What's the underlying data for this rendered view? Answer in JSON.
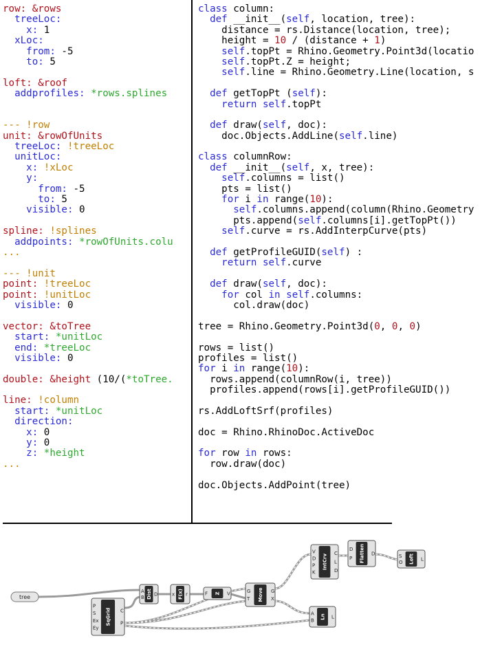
{
  "left_code": [
    [
      {
        "t": "row: ",
        "c": "m"
      },
      {
        "t": "&rows",
        "c": "m"
      }
    ],
    [
      {
        "t": "  treeLoc:",
        "c": "k"
      }
    ],
    [
      {
        "t": "    x: ",
        "c": "k"
      },
      {
        "t": "1",
        "c": ""
      }
    ],
    [
      {
        "t": "  xLoc:",
        "c": "k"
      }
    ],
    [
      {
        "t": "    from: ",
        "c": "k"
      },
      {
        "t": "-5",
        "c": ""
      }
    ],
    [
      {
        "t": "    to: ",
        "c": "k"
      },
      {
        "t": "5",
        "c": ""
      }
    ],
    [
      {
        "t": "",
        "c": ""
      }
    ],
    [
      {
        "t": "loft: ",
        "c": "m"
      },
      {
        "t": "&roof",
        "c": "m"
      }
    ],
    [
      {
        "t": "  addprofiles: ",
        "c": "k"
      },
      {
        "t": "*rows.splines",
        "c": "g"
      }
    ],
    [
      {
        "t": "",
        "c": ""
      }
    ],
    [
      {
        "t": "",
        "c": ""
      }
    ],
    [
      {
        "t": "--- !row",
        "c": "o"
      }
    ],
    [
      {
        "t": "unit: ",
        "c": "m"
      },
      {
        "t": "&rowOfUnits",
        "c": "m"
      }
    ],
    [
      {
        "t": "  treeLoc: ",
        "c": "k"
      },
      {
        "t": "!treeLoc",
        "c": "o"
      }
    ],
    [
      {
        "t": "  unitLoc:",
        "c": "k"
      }
    ],
    [
      {
        "t": "    x: ",
        "c": "k"
      },
      {
        "t": "!xLoc",
        "c": "o"
      }
    ],
    [
      {
        "t": "    y:",
        "c": "k"
      }
    ],
    [
      {
        "t": "      from: ",
        "c": "k"
      },
      {
        "t": "-5",
        "c": ""
      }
    ],
    [
      {
        "t": "      to: ",
        "c": "k"
      },
      {
        "t": "5",
        "c": ""
      }
    ],
    [
      {
        "t": "    visible: ",
        "c": "k"
      },
      {
        "t": "0",
        "c": ""
      }
    ],
    [
      {
        "t": "",
        "c": ""
      }
    ],
    [
      {
        "t": "spline: ",
        "c": "m"
      },
      {
        "t": "!splines",
        "c": "o"
      }
    ],
    [
      {
        "t": "  addpoints: ",
        "c": "k"
      },
      {
        "t": "*rowOfUnits.colu",
        "c": "g"
      }
    ],
    [
      {
        "t": "...",
        "c": "o"
      }
    ],
    [
      {
        "t": "",
        "c": ""
      }
    ],
    [
      {
        "t": "--- !unit",
        "c": "o"
      }
    ],
    [
      {
        "t": "point: ",
        "c": "m"
      },
      {
        "t": "!treeLoc",
        "c": "o"
      }
    ],
    [
      {
        "t": "point: ",
        "c": "m"
      },
      {
        "t": "!unitLoc",
        "c": "o"
      }
    ],
    [
      {
        "t": "  visible: ",
        "c": "k"
      },
      {
        "t": "0",
        "c": ""
      }
    ],
    [
      {
        "t": "",
        "c": ""
      }
    ],
    [
      {
        "t": "vector: ",
        "c": "m"
      },
      {
        "t": "&toTree",
        "c": "m"
      }
    ],
    [
      {
        "t": "  start: ",
        "c": "k"
      },
      {
        "t": "*unitLoc",
        "c": "g"
      }
    ],
    [
      {
        "t": "  end: ",
        "c": "k"
      },
      {
        "t": "*treeLoc",
        "c": "g"
      }
    ],
    [
      {
        "t": "  visible: ",
        "c": "k"
      },
      {
        "t": "0",
        "c": ""
      }
    ],
    [
      {
        "t": "",
        "c": ""
      }
    ],
    [
      {
        "t": "double: ",
        "c": "m"
      },
      {
        "t": "&height",
        "c": "m"
      },
      {
        "t": " (10/(",
        "c": ""
      },
      {
        "t": "*toTree.",
        "c": "g"
      }
    ],
    [
      {
        "t": "",
        "c": ""
      }
    ],
    [
      {
        "t": "line: ",
        "c": "m"
      },
      {
        "t": "!column",
        "c": "o"
      }
    ],
    [
      {
        "t": "  start: ",
        "c": "k"
      },
      {
        "t": "*unitLoc",
        "c": "g"
      }
    ],
    [
      {
        "t": "  direction:",
        "c": "k"
      }
    ],
    [
      {
        "t": "    x: ",
        "c": "k"
      },
      {
        "t": "0",
        "c": ""
      }
    ],
    [
      {
        "t": "    y: ",
        "c": "k"
      },
      {
        "t": "0",
        "c": ""
      }
    ],
    [
      {
        "t": "    z: ",
        "c": "k"
      },
      {
        "t": "*height",
        "c": "g"
      }
    ],
    [
      {
        "t": "...",
        "c": "o"
      }
    ]
  ],
  "right_code": [
    [
      {
        "t": "class",
        "c": "k"
      },
      {
        "t": " column:",
        "c": ""
      }
    ],
    [
      {
        "t": "  def",
        "c": "k"
      },
      {
        "t": " __init__(",
        "c": ""
      },
      {
        "t": "self",
        "c": "k"
      },
      {
        "t": ", location, tree):",
        "c": ""
      }
    ],
    [
      {
        "t": "    distance = rs.Distance(location, tree);",
        "c": ""
      }
    ],
    [
      {
        "t": "    height = ",
        "c": ""
      },
      {
        "t": "10",
        "c": "m"
      },
      {
        "t": " / (distance + ",
        "c": ""
      },
      {
        "t": "1",
        "c": "m"
      },
      {
        "t": ")",
        "c": ""
      }
    ],
    [
      {
        "t": "    ",
        "c": ""
      },
      {
        "t": "self",
        "c": "k"
      },
      {
        "t": ".topPt = Rhino.Geometry.Point3d(locatio",
        "c": ""
      }
    ],
    [
      {
        "t": "    ",
        "c": ""
      },
      {
        "t": "self",
        "c": "k"
      },
      {
        "t": ".topPt.Z = height;",
        "c": ""
      }
    ],
    [
      {
        "t": "    ",
        "c": ""
      },
      {
        "t": "self",
        "c": "k"
      },
      {
        "t": ".line = Rhino.Geometry.Line(location, s",
        "c": ""
      }
    ],
    [
      {
        "t": "",
        "c": ""
      }
    ],
    [
      {
        "t": "  def",
        "c": "k"
      },
      {
        "t": " getTopPt (",
        "c": ""
      },
      {
        "t": "self",
        "c": "k"
      },
      {
        "t": "):",
        "c": ""
      }
    ],
    [
      {
        "t": "    return ",
        "c": "k"
      },
      {
        "t": "self",
        "c": "k"
      },
      {
        "t": ".topPt",
        "c": ""
      }
    ],
    [
      {
        "t": "",
        "c": ""
      }
    ],
    [
      {
        "t": "  def",
        "c": "k"
      },
      {
        "t": " draw(",
        "c": ""
      },
      {
        "t": "self",
        "c": "k"
      },
      {
        "t": ", doc):",
        "c": ""
      }
    ],
    [
      {
        "t": "    doc.Objects.AddLine(",
        "c": ""
      },
      {
        "t": "self",
        "c": "k"
      },
      {
        "t": ".line)",
        "c": ""
      }
    ],
    [
      {
        "t": "",
        "c": ""
      }
    ],
    [
      {
        "t": "class",
        "c": "k"
      },
      {
        "t": " columnRow:",
        "c": ""
      }
    ],
    [
      {
        "t": "  def",
        "c": "k"
      },
      {
        "t": " __init__(",
        "c": ""
      },
      {
        "t": "self",
        "c": "k"
      },
      {
        "t": ", x, tree):",
        "c": ""
      }
    ],
    [
      {
        "t": "    ",
        "c": ""
      },
      {
        "t": "self",
        "c": "k"
      },
      {
        "t": ".columns = list()",
        "c": ""
      }
    ],
    [
      {
        "t": "    pts = list()",
        "c": ""
      }
    ],
    [
      {
        "t": "    for",
        "c": "k"
      },
      {
        "t": " i ",
        "c": ""
      },
      {
        "t": "in",
        "c": "k"
      },
      {
        "t": " range(",
        "c": ""
      },
      {
        "t": "10",
        "c": "m"
      },
      {
        "t": "):",
        "c": ""
      }
    ],
    [
      {
        "t": "      ",
        "c": ""
      },
      {
        "t": "self",
        "c": "k"
      },
      {
        "t": ".columns.append(column(Rhino.Geometry",
        "c": ""
      }
    ],
    [
      {
        "t": "      pts.append(",
        "c": ""
      },
      {
        "t": "self",
        "c": "k"
      },
      {
        "t": ".columns[i].getTopPt())",
        "c": ""
      }
    ],
    [
      {
        "t": "    ",
        "c": ""
      },
      {
        "t": "self",
        "c": "k"
      },
      {
        "t": ".curve = rs.AddInterpCurve(pts)",
        "c": ""
      }
    ],
    [
      {
        "t": "",
        "c": ""
      }
    ],
    [
      {
        "t": "  def",
        "c": "k"
      },
      {
        "t": " getProfileGUID(",
        "c": ""
      },
      {
        "t": "self",
        "c": "k"
      },
      {
        "t": ") :",
        "c": ""
      }
    ],
    [
      {
        "t": "    return ",
        "c": "k"
      },
      {
        "t": "self",
        "c": "k"
      },
      {
        "t": ".curve",
        "c": ""
      }
    ],
    [
      {
        "t": "",
        "c": ""
      }
    ],
    [
      {
        "t": "  def",
        "c": "k"
      },
      {
        "t": " draw(",
        "c": ""
      },
      {
        "t": "self",
        "c": "k"
      },
      {
        "t": ", doc):",
        "c": ""
      }
    ],
    [
      {
        "t": "    for",
        "c": "k"
      },
      {
        "t": " col ",
        "c": ""
      },
      {
        "t": "in",
        "c": "k"
      },
      {
        "t": " ",
        "c": ""
      },
      {
        "t": "self",
        "c": "k"
      },
      {
        "t": ".columns:",
        "c": ""
      }
    ],
    [
      {
        "t": "      col.draw(doc)",
        "c": ""
      }
    ],
    [
      {
        "t": "",
        "c": ""
      }
    ],
    [
      {
        "t": "tree = Rhino.Geometry.Point3d(",
        "c": ""
      },
      {
        "t": "0",
        "c": "m"
      },
      {
        "t": ", ",
        "c": ""
      },
      {
        "t": "0",
        "c": "m"
      },
      {
        "t": ", ",
        "c": ""
      },
      {
        "t": "0",
        "c": "m"
      },
      {
        "t": ")",
        "c": ""
      }
    ],
    [
      {
        "t": "",
        "c": ""
      }
    ],
    [
      {
        "t": "rows = list()",
        "c": ""
      }
    ],
    [
      {
        "t": "profiles = list()",
        "c": ""
      }
    ],
    [
      {
        "t": "for",
        "c": "k"
      },
      {
        "t": " i ",
        "c": ""
      },
      {
        "t": "in",
        "c": "k"
      },
      {
        "t": " range(",
        "c": ""
      },
      {
        "t": "10",
        "c": "m"
      },
      {
        "t": "):",
        "c": ""
      }
    ],
    [
      {
        "t": "  rows.append(columnRow(i, tree))",
        "c": ""
      }
    ],
    [
      {
        "t": "  profiles.append(rows[i].getProfileGUID())",
        "c": ""
      }
    ],
    [
      {
        "t": "",
        "c": ""
      }
    ],
    [
      {
        "t": "rs.AddLoftSrf(profiles)",
        "c": ""
      }
    ],
    [
      {
        "t": "",
        "c": ""
      }
    ],
    [
      {
        "t": "doc = Rhino.RhinoDoc.ActiveDoc",
        "c": ""
      }
    ],
    [
      {
        "t": "",
        "c": ""
      }
    ],
    [
      {
        "t": "for",
        "c": "k"
      },
      {
        "t": " row ",
        "c": ""
      },
      {
        "t": "in",
        "c": "k"
      },
      {
        "t": " rows:",
        "c": ""
      }
    ],
    [
      {
        "t": "  row.draw(doc)",
        "c": ""
      }
    ],
    [
      {
        "t": "",
        "c": ""
      }
    ],
    [
      {
        "t": "doc.Objects.AddPoint(tree)",
        "c": ""
      }
    ]
  ],
  "graph": {
    "param_label": "tree",
    "nodes": {
      "sqgrid": {
        "label": "SqGrid",
        "inputs": [
          "P",
          "S",
          "Ex",
          "Ey"
        ],
        "outputs": [
          "C",
          "P"
        ]
      },
      "dist": {
        "label": "Dist",
        "inputs": [
          "A",
          "B"
        ],
        "outputs": [
          "D"
        ]
      },
      "fx": {
        "label": "F(x)",
        "inputs": [
          "x"
        ],
        "outputs": [
          "r"
        ]
      },
      "z": {
        "label": "Z",
        "inputs": [
          "F"
        ],
        "outputs": [
          "V"
        ]
      },
      "move": {
        "label": "Move",
        "inputs": [
          "G",
          "T"
        ],
        "outputs": [
          "G",
          "X"
        ]
      },
      "intcrv": {
        "label": "IntCrv",
        "inputs": [
          "V",
          "D",
          "P",
          "K"
        ],
        "outputs": [
          "C",
          "L",
          "D"
        ]
      },
      "flatten": {
        "label": "Flatten",
        "inputs": [
          "D",
          "P"
        ],
        "outputs": [
          "D"
        ]
      },
      "loft": {
        "label": "Loft",
        "inputs": [
          "S",
          "O"
        ],
        "outputs": [
          "L"
        ]
      },
      "ln": {
        "label": "Ln",
        "inputs": [
          "A",
          "B"
        ],
        "outputs": [
          "L"
        ]
      }
    }
  }
}
